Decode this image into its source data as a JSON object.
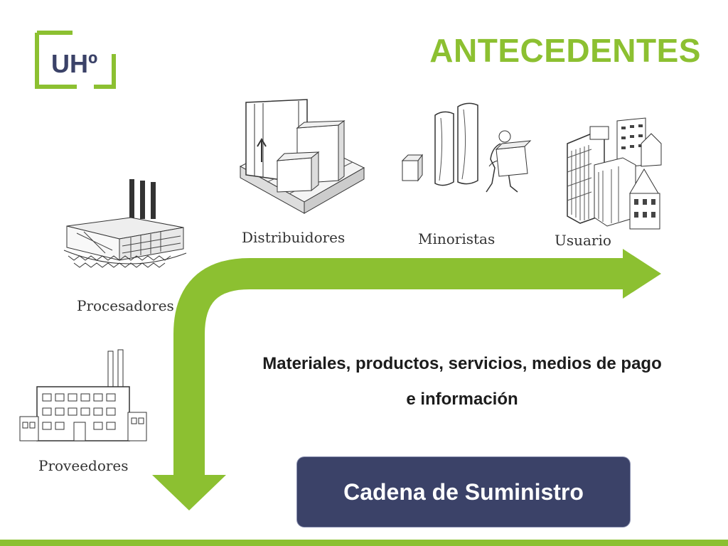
{
  "header": {
    "logo_text": "UHº",
    "title": "ANTECEDENTES"
  },
  "actors": [
    {
      "key": "proveedores",
      "label": "Proveedores",
      "icon": "factory-icon"
    },
    {
      "key": "procesadores",
      "label": "Procesadores",
      "icon": "processing-plant-icon"
    },
    {
      "key": "distribuidores",
      "label": "Distribuidores",
      "icon": "warehouse-icon"
    },
    {
      "key": "minoristas",
      "label": "Minoristas",
      "icon": "retail-worker-icon"
    },
    {
      "key": "usuario",
      "label": "Usuario",
      "icon": "city-buildings-icon"
    }
  ],
  "flow": {
    "line1": "Materiales, productos, servicios, medios de pago",
    "line2": "e información"
  },
  "cadena_label": "Cadena de Suministro",
  "colors": {
    "accent": "#8cc031",
    "box": "#3b4268"
  }
}
